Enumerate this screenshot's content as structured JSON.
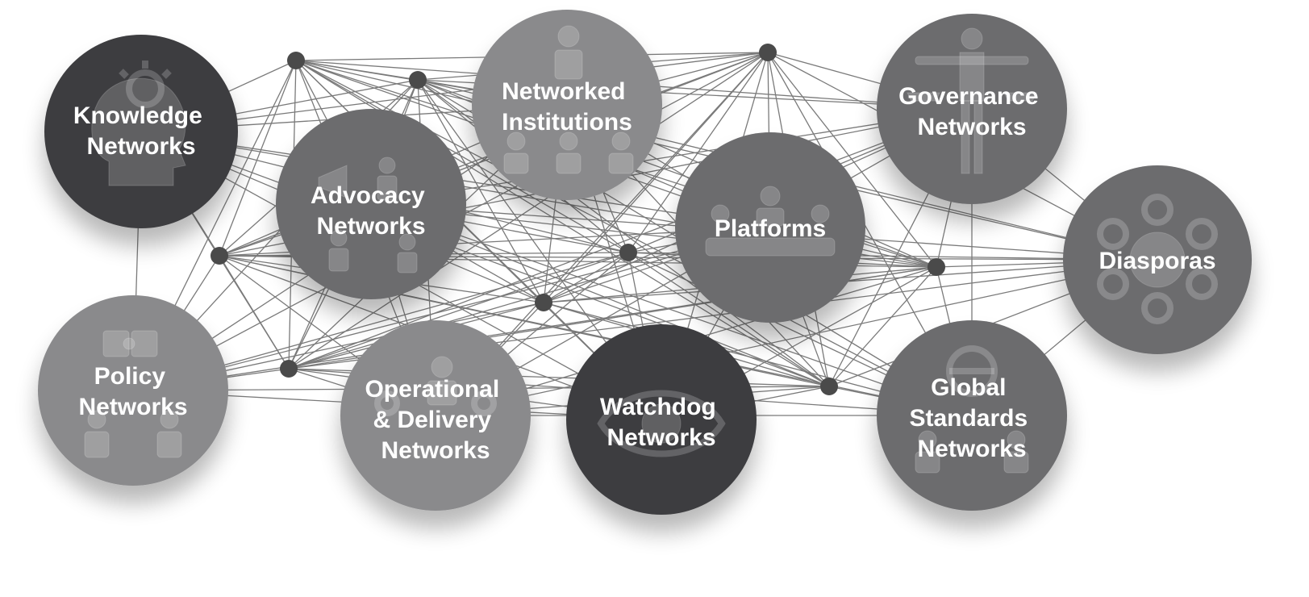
{
  "colors": {
    "dark": "#3e3e40",
    "medium": "#6c6c6e",
    "light": "#8a8a8c",
    "line": "#7a7a7a",
    "connector_dot": "#4a4a4a"
  },
  "nodes": [
    {
      "id": "knowledge",
      "lines": [
        "Knowledge",
        "Networks"
      ],
      "shade": "dark",
      "icon": "idea-head-icon"
    },
    {
      "id": "advocacy",
      "lines": [
        "Advocacy",
        "Networks"
      ],
      "shade": "medium",
      "icon": "megaphone-crowd-icon"
    },
    {
      "id": "networked-institutions",
      "lines": [
        "Networked",
        "Institutions"
      ],
      "shade": "light",
      "icon": "org-chart-icon"
    },
    {
      "id": "governance",
      "lines": [
        "Governance",
        "Networks"
      ],
      "shade": "medium",
      "icon": "justice-scales-icon"
    },
    {
      "id": "platforms",
      "lines": [
        "Platforms"
      ],
      "shade": "medium",
      "icon": "meeting-table-icon"
    },
    {
      "id": "diasporas",
      "lines": [
        "Diasporas"
      ],
      "shade": "medium",
      "icon": "hub-spoke-icon"
    },
    {
      "id": "policy",
      "lines": [
        "Policy",
        "Networks"
      ],
      "shade": "light",
      "icon": "puzzle-icon"
    },
    {
      "id": "operational",
      "lines": [
        "Operational",
        "& Delivery",
        "Networks"
      ],
      "shade": "light",
      "icon": "gears-person-icon"
    },
    {
      "id": "watchdog",
      "lines": [
        "Watchdog",
        "Networks"
      ],
      "shade": "dark",
      "icon": "eye-icon"
    },
    {
      "id": "global-standards",
      "lines": [
        "Global",
        "Standards",
        "Networks"
      ],
      "shade": "medium",
      "icon": "globe-people-icon"
    }
  ]
}
